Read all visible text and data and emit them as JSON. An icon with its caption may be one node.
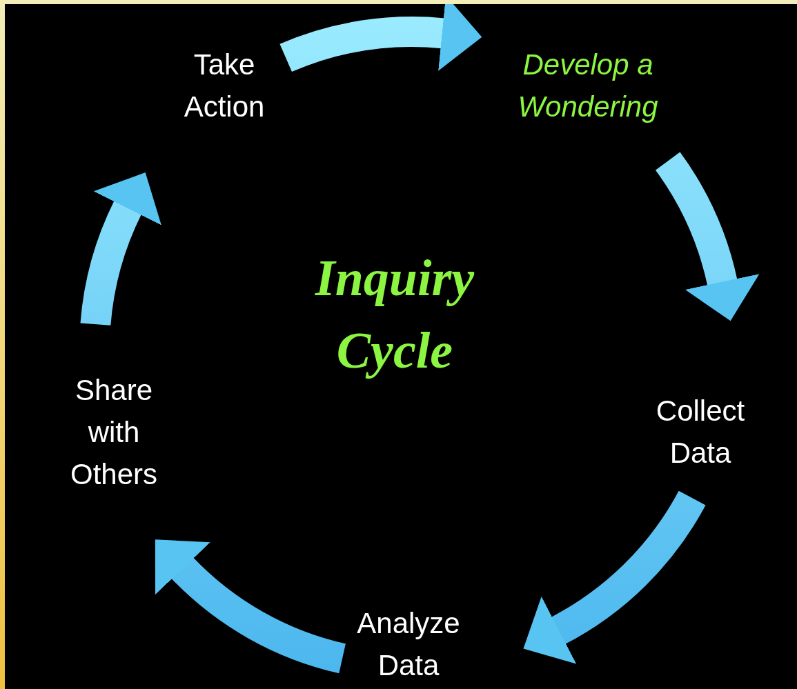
{
  "diagram": {
    "title": "Inquiry Cycle",
    "nodes": [
      {
        "text": [
          "Take Action"
        ]
      },
      {
        "text": [
          "Develop a Wondering"
        ]
      },
      {
        "text": [
          "Collect Data"
        ]
      },
      {
        "text": [
          "Analyze Data"
        ]
      },
      {
        "text": [
          "Share with Others"
        ]
      }
    ],
    "edges": [
      {
        "from": 0,
        "to": 1,
        "arrow": "to"
      },
      {
        "from": 1,
        "to": 2,
        "arrow": "to"
      },
      {
        "from": 2,
        "to": 3,
        "arrow": "to"
      },
      {
        "from": 3,
        "to": 4,
        "arrow": "to"
      },
      {
        "from": 4,
        "to": 0,
        "arrow": "to"
      }
    ]
  }
}
